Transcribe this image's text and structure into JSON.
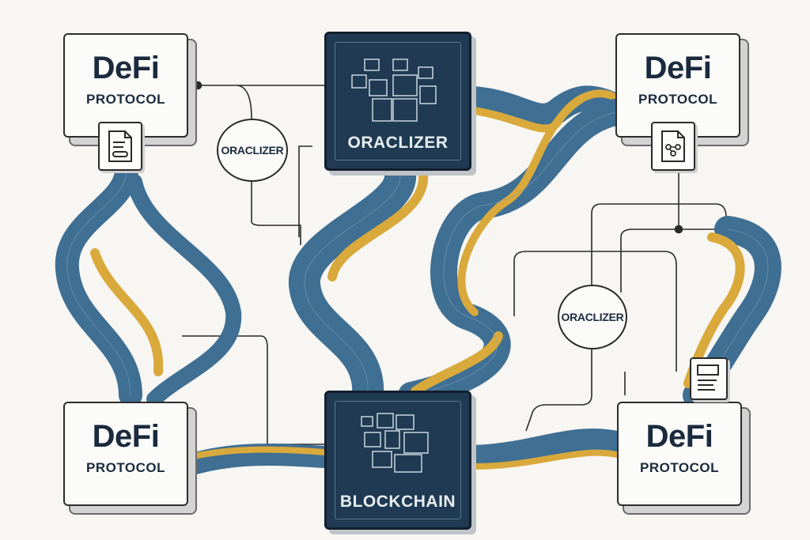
{
  "defi_cards": [
    {
      "title": "DeFi",
      "subtitle": "PROTOCOL"
    },
    {
      "title": "DeFi",
      "subtitle": "PROTOCOL"
    },
    {
      "title": "DeFi",
      "subtitle": "PROTOCOL"
    },
    {
      "title": "DeFi",
      "subtitle": "PROTOCOL"
    }
  ],
  "chips": {
    "top": {
      "label": "ORACLIZER"
    },
    "bottom": {
      "label": "BLOCKCHAIN"
    }
  },
  "oracle_nodes": [
    {
      "label": "ORACLIZER"
    },
    {
      "label": "ORACLIZER"
    }
  ],
  "icons": [
    "document-icon",
    "flow-document-icon",
    "note-document-icon"
  ],
  "colors": {
    "cable_blue": "#3f6f93",
    "cable_gold": "#d9a93b",
    "chip": "#1f3a52",
    "ink": "#1b2a3d"
  }
}
